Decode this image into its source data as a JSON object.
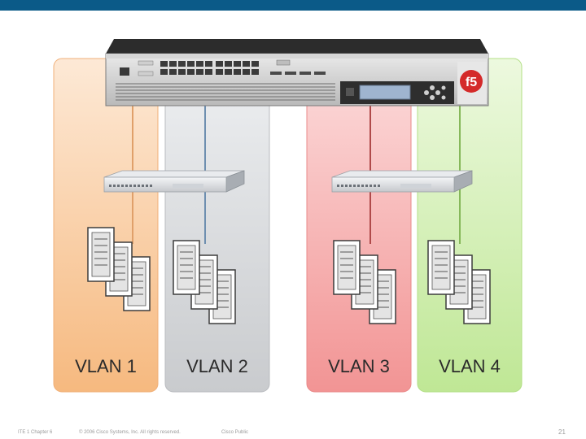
{
  "header": {
    "bar_color": "#0b5a88"
  },
  "device": {
    "logo_text": "f5"
  },
  "vlans": [
    {
      "label": "VLAN 1",
      "color": "#f7c79a"
    },
    {
      "label": "VLAN 2",
      "color": "#d7d9dc"
    },
    {
      "label": "VLAN 3",
      "color": "#f6a9a9"
    },
    {
      "label": "VLAN 4",
      "color": "#cdeea9"
    }
  ],
  "footer": {
    "course": "ITE 1 Chapter 6",
    "copyright": "© 2006 Cisco Systems, Inc. All rights reserved.",
    "classification": "Cisco Public",
    "page_number": "21"
  }
}
